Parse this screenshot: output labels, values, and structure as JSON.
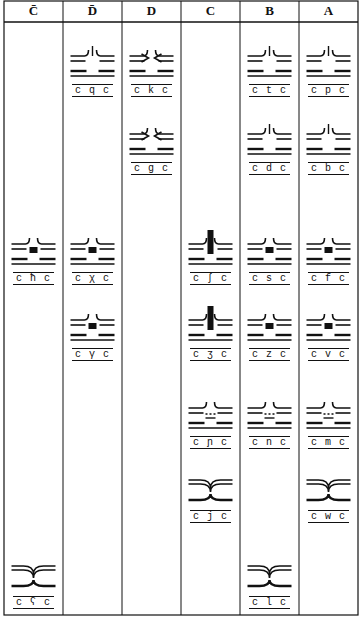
{
  "diagram": {
    "labels": [
      "C̄",
      "D̄",
      "D",
      "C",
      "B",
      "A",
      "c q c",
      "c k c",
      "c t c",
      "c p c",
      "c g c",
      "c d c",
      "c b c",
      "c ħ c",
      "c χ c",
      "c ʃ c",
      "c s c",
      "c f c",
      "c γ c",
      "c ʒ c",
      "c z c",
      "c v c",
      "c ɲ c",
      "c n c",
      "c m c",
      "c j c",
      "c w c",
      "c ʕ c",
      "c l c"
    ]
  }
}
